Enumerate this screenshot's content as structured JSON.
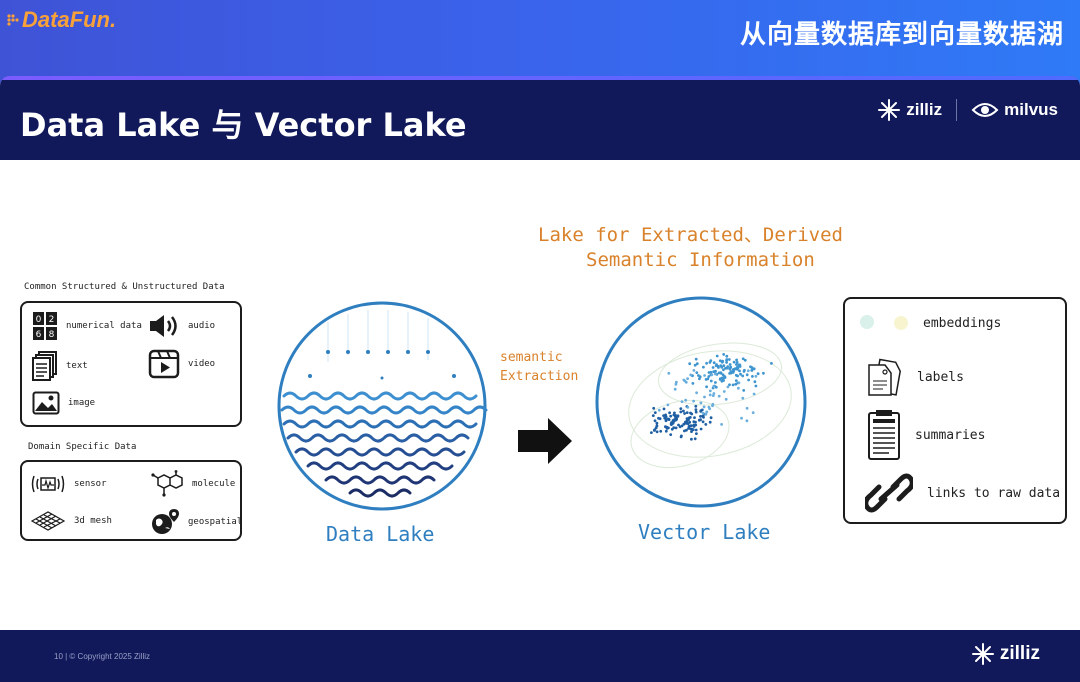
{
  "banner": {
    "brand": "DataFun.",
    "title": "从向量数据库到向量数据湖"
  },
  "slide": {
    "title": "Data Lake 与 Vector Lake",
    "logos": [
      "zilliz",
      "milvus"
    ],
    "left_panel": {
      "section1_title": "Common Structured & Unstructured Data",
      "section1_items": [
        {
          "label": "numerical data",
          "icon": "numbers-icon"
        },
        {
          "label": "audio",
          "icon": "speaker-icon"
        },
        {
          "label": "text",
          "icon": "document-stack-icon"
        },
        {
          "label": "video",
          "icon": "video-play-icon"
        },
        {
          "label": "image",
          "icon": "image-icon"
        }
      ],
      "section2_title": "Domain Specific Data",
      "section2_items": [
        {
          "label": "sensor",
          "icon": "sensor-icon"
        },
        {
          "label": "molecule",
          "icon": "molecule-icon"
        },
        {
          "label": "3d mesh",
          "icon": "mesh-icon"
        },
        {
          "label": "geospatial",
          "icon": "globe-pin-icon"
        }
      ]
    },
    "vector_heading_line1": "Lake for Extracted、Derived",
    "vector_heading_line2": "Semantic Information",
    "arrow_label_line1": "semantic",
    "arrow_label_line2": "Extraction",
    "data_lake_label": "Data Lake",
    "vector_lake_label": "Vector Lake",
    "right_panel": [
      {
        "label": "embeddings",
        "icon": "embedding-dots-icon"
      },
      {
        "label": "labels",
        "icon": "tag-icon"
      },
      {
        "label": "summaries",
        "icon": "clipboard-icon"
      },
      {
        "label": "links to raw data",
        "icon": "link-icon"
      }
    ],
    "footer_text": "10  |  © Copyright 2025 Zilliz",
    "footer_logo": "zilliz"
  },
  "colors": {
    "header_bg": "#11195a",
    "lake_blue": "#2f7fc0",
    "accent_orange": "#d9822b",
    "brand_orange": "#f7a13a"
  }
}
